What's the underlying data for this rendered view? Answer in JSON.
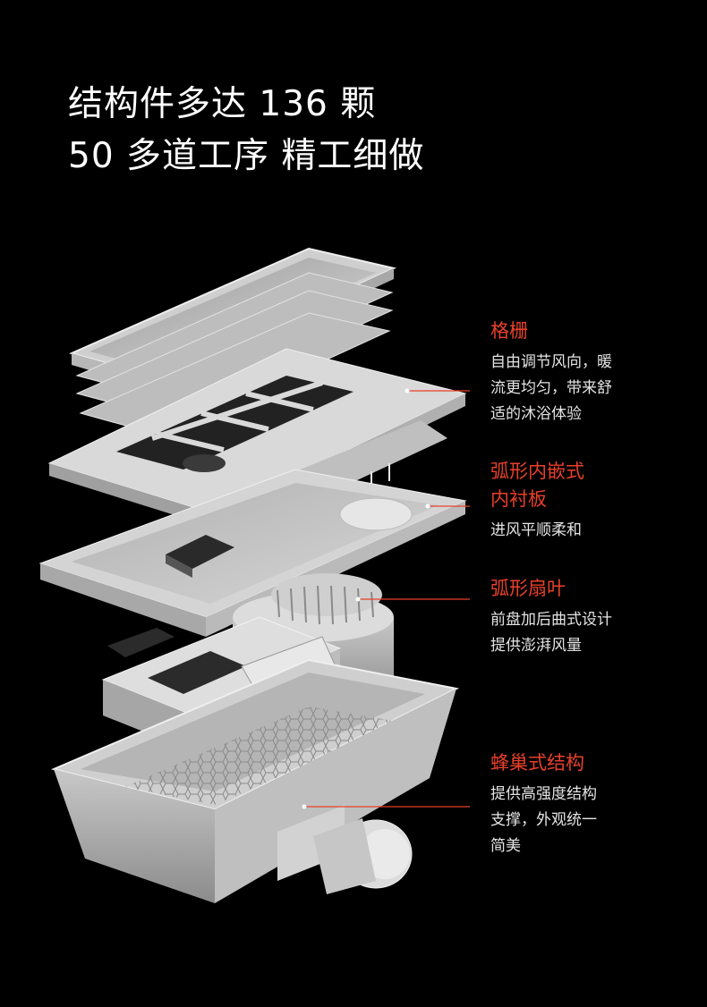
{
  "headline": {
    "line1": "结构件多达 136 颗",
    "line2": "50 多道工序 精工细做"
  },
  "colors": {
    "background": "#000000",
    "accent": "#e8402b",
    "text": "#ffffff",
    "part": "#d4d4d4"
  },
  "callouts": [
    {
      "title_lines": [
        "格栅"
      ],
      "desc_lines": [
        "自由调节风向，暖",
        "流更均匀，带来舒",
        "适的沐浴体验"
      ]
    },
    {
      "title_lines": [
        "弧形内嵌式",
        "内衬板"
      ],
      "desc_lines": [
        "进风平顺柔和"
      ]
    },
    {
      "title_lines": [
        "弧形扇叶"
      ],
      "desc_lines": [
        "前盘加后曲式设计",
        "提供澎湃风量"
      ]
    },
    {
      "title_lines": [
        "蜂巢式结构"
      ],
      "desc_lines": [
        "提供高强度结构",
        "支撑，外观统一",
        "简美"
      ]
    }
  ]
}
